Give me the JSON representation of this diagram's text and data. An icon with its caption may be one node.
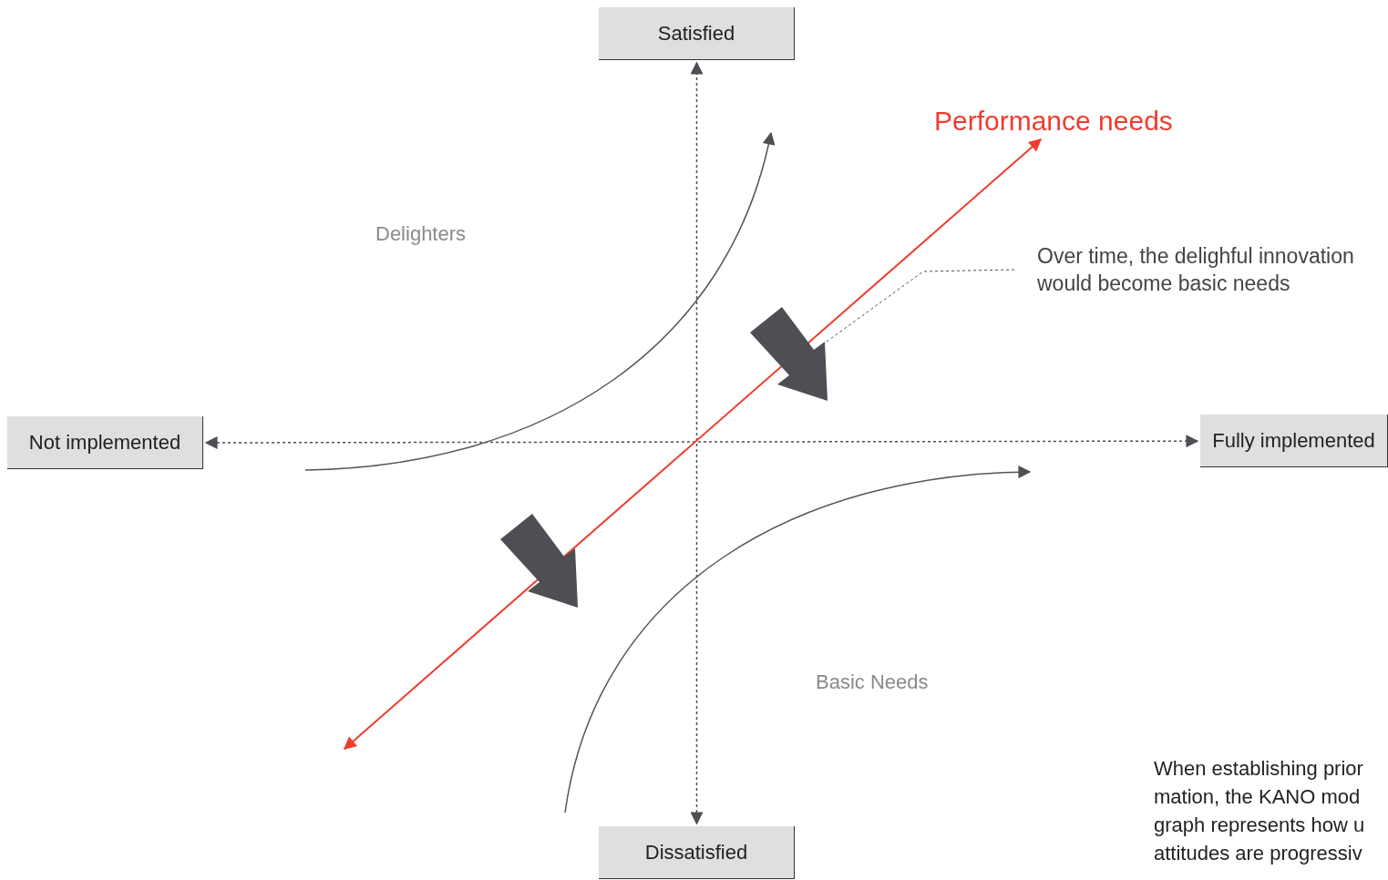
{
  "diagram": {
    "nodes": [
      {
        "text": [
          "Satisfied"
        ]
      },
      {
        "text": [
          "Not implemented"
        ]
      },
      {
        "text": [
          "Fully implemented"
        ]
      },
      {
        "text": [
          "Dissatisfied"
        ]
      },
      {
        "text": [
          "Over time, the delighful innovation would become basic needs"
        ]
      },
      {
        "text": [],
        "shape": "arrow"
      },
      {
        "text": [],
        "shape": "arrow"
      }
    ],
    "edges": [
      {
        "from": 3,
        "to": 0,
        "arrow": "both",
        "style": "dashed"
      },
      {
        "from": 1,
        "to": 2,
        "arrow": "both",
        "style": "dashed"
      },
      {
        "from": 4,
        "to": 5,
        "arrow": "none",
        "style": "dashed"
      }
    ],
    "labels": [
      "Performance needs",
      "Delighters",
      "Basic Needs",
      "When establishing prior mation, the KANO mod graph represents how u attitudes are progressiv"
    ]
  }
}
